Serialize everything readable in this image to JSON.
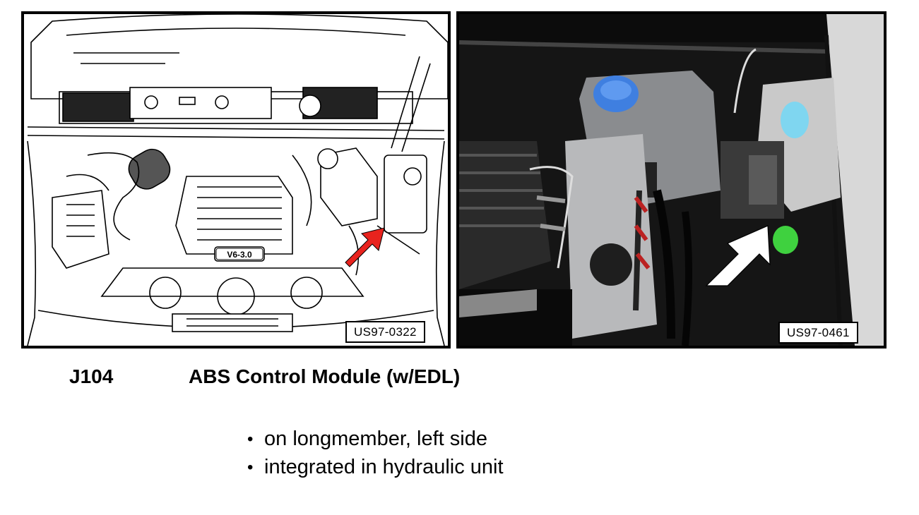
{
  "figures": [
    {
      "id": "US97-0322",
      "style": "line-drawing",
      "arrow_color": "#e8231e"
    },
    {
      "id": "US97-0461",
      "style": "photo",
      "arrow_color": "#ffffff"
    }
  ],
  "engine_badge": "V6-3.0",
  "component": {
    "code": "J104",
    "name": "ABS Control Module (w/EDL)"
  },
  "bullets": [
    "on longmember, left side",
    "integrated in hydraulic unit"
  ]
}
